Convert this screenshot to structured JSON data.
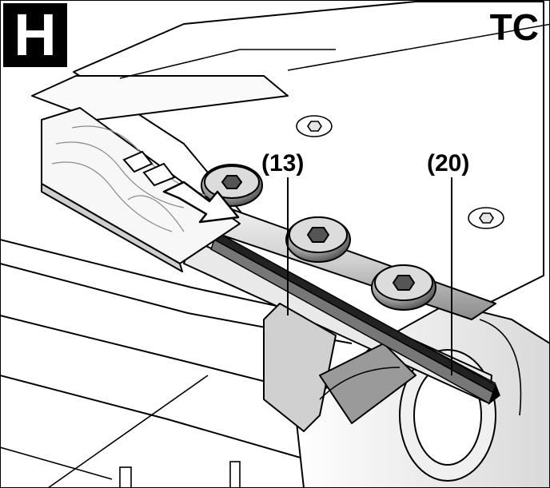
{
  "figure": {
    "letter": "H",
    "code": "TC",
    "callouts": [
      {
        "id": "13",
        "label": "(13)"
      },
      {
        "id": "20",
        "label": "(20)"
      }
    ]
  },
  "colors": {
    "badge": "#000000",
    "line": "#000000",
    "metal_light": "#e2e2e2",
    "metal_mid": "#bdbdbd",
    "metal_dark": "#6a6a6a",
    "wood": "#f2f2f2"
  },
  "icons": [
    "hex-socket-screw-icon",
    "move-direction-arrow-icon"
  ]
}
